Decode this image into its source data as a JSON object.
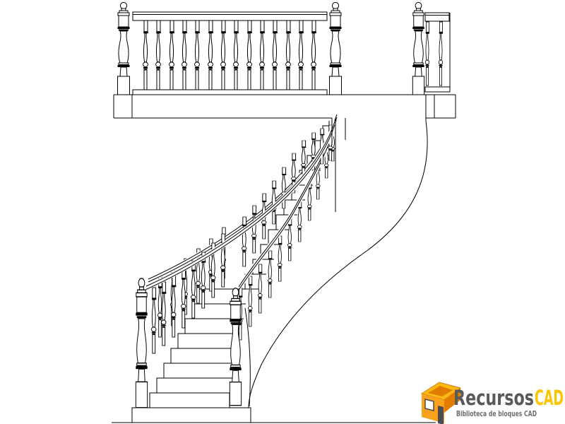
{
  "page": {
    "background_color": "#ffffff",
    "description": "CAD line drawing: front elevation of a wooden spiral staircase with turned balusters and upper landing balustrade"
  },
  "drawing": {
    "line_color": "#000000",
    "top_railing": {
      "baluster_count": 14,
      "newel_count": 2
    },
    "side_railing": {
      "baluster_count": 2,
      "newel_count": 1
    },
    "spiral": {
      "front_baluster_count": 18,
      "back_baluster_count": 11,
      "mid_baluster_count": 6,
      "step_count": 19,
      "newel_count": 2
    }
  },
  "logo": {
    "brand_primary": "Recursos",
    "brand_secondary": "CAD",
    "tagline": "Biblioteca de bloques CAD",
    "colors": {
      "primary_text": "#58595B",
      "secondary_text": "#FDC500",
      "tagline_text": "#6D6E71",
      "icon_yellow": "#FDB913",
      "icon_orange": "#F9A11B",
      "icon_dark_orange": "#E07C00",
      "icon_gray": "#4D4D4F"
    }
  }
}
